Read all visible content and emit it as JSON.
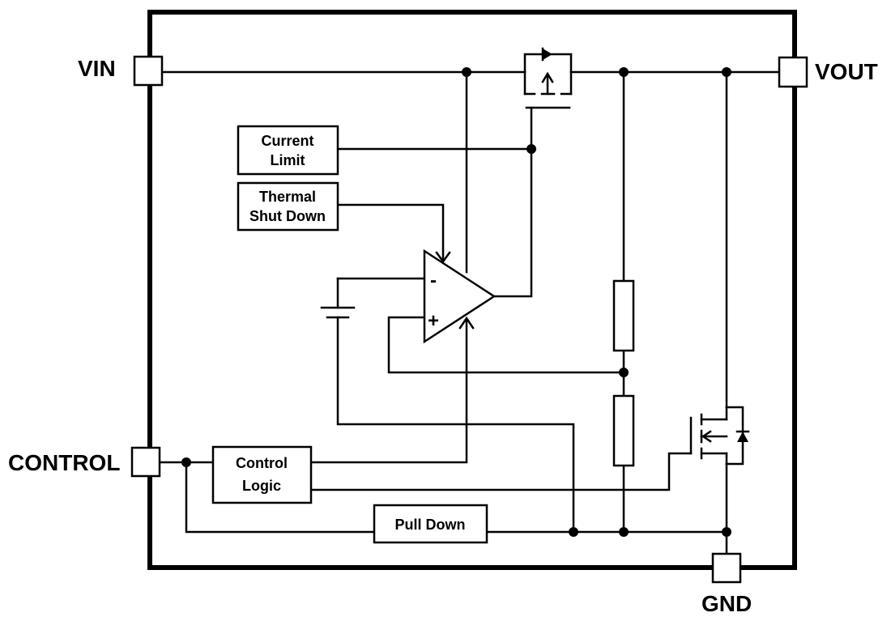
{
  "pins": {
    "vin": "VIN",
    "vout": "VOUT",
    "control": "CONTROL",
    "gnd": "GND"
  },
  "blocks": {
    "current_limit": [
      "Current",
      "Limit"
    ],
    "thermal_shutdown": [
      "Thermal",
      "Shut Down"
    ],
    "control_logic": [
      "Control",
      "Logic"
    ],
    "pull_down": "Pull Down"
  },
  "opamp": {
    "minus": "-",
    "plus": "+"
  }
}
